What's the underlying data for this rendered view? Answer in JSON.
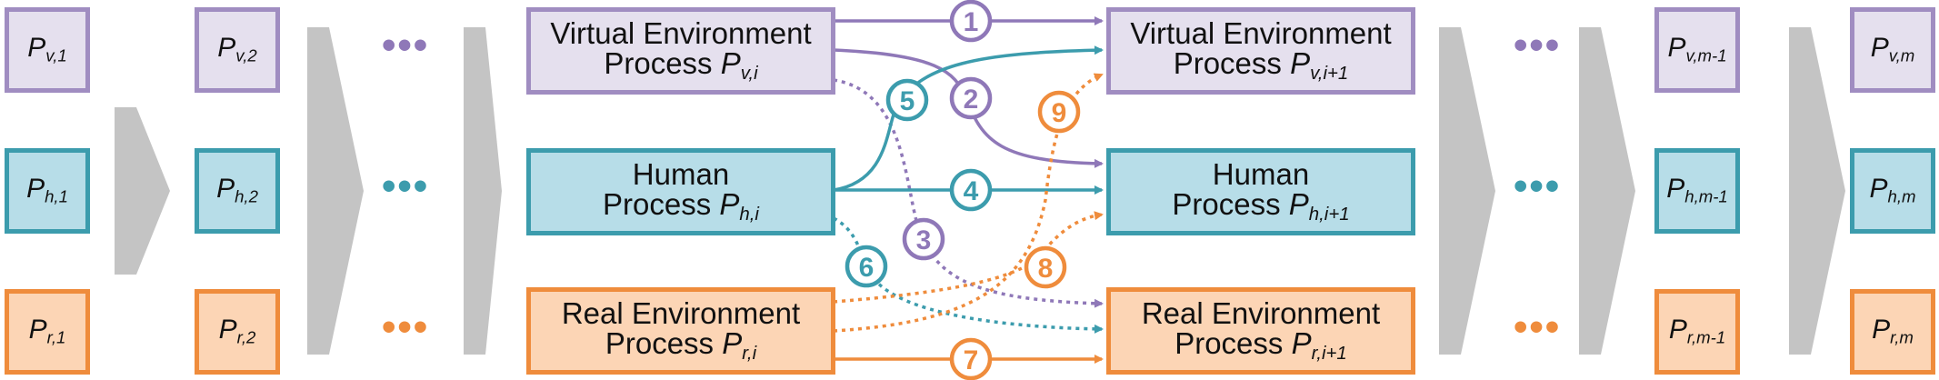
{
  "small": {
    "v1": {
      "base": "P",
      "sub": "v,1"
    },
    "h1": {
      "base": "P",
      "sub": "h,1"
    },
    "r1": {
      "base": "P",
      "sub": "r,1"
    },
    "v2": {
      "base": "P",
      "sub": "v,2"
    },
    "h2": {
      "base": "P",
      "sub": "h,2"
    },
    "r2": {
      "base": "P",
      "sub": "r,2"
    },
    "vm1": {
      "base": "P",
      "sub": "v,m-1"
    },
    "hm1": {
      "base": "P",
      "sub": "h,m-1"
    },
    "rm1": {
      "base": "P",
      "sub": "r,m-1"
    },
    "vm": {
      "base": "P",
      "sub": "v,m"
    },
    "hm": {
      "base": "P",
      "sub": "h,m"
    },
    "rm": {
      "base": "P",
      "sub": "r,m"
    }
  },
  "big": {
    "vi": {
      "line1": "Virtual Environment",
      "line2": "Process ",
      "base": "P",
      "sub": "v,i"
    },
    "hi": {
      "line1": "Human",
      "line2": "Process ",
      "base": "P",
      "sub": "h,i"
    },
    "ri": {
      "line1": "Real Environment",
      "line2": "Process ",
      "base": "P",
      "sub": "r,i"
    },
    "vi1": {
      "line1": "Virtual Environment",
      "line2": "Process ",
      "base": "P",
      "sub": "v,i+1"
    },
    "hi1": {
      "line1": "Human",
      "line2": "Process ",
      "base": "P",
      "sub": "h,i+1"
    },
    "ri1": {
      "line1": "Real Environment",
      "line2": "Process ",
      "base": "P",
      "sub": "r,i+1"
    }
  },
  "ellipsis": "•••",
  "transitions": [
    "1",
    "2",
    "3",
    "4",
    "5",
    "6",
    "7",
    "8",
    "9"
  ],
  "colors": {
    "virtual": "#8f78b8",
    "human": "#3c9cad",
    "real": "#ef8c3c",
    "chevron": "#c4c4c4"
  }
}
